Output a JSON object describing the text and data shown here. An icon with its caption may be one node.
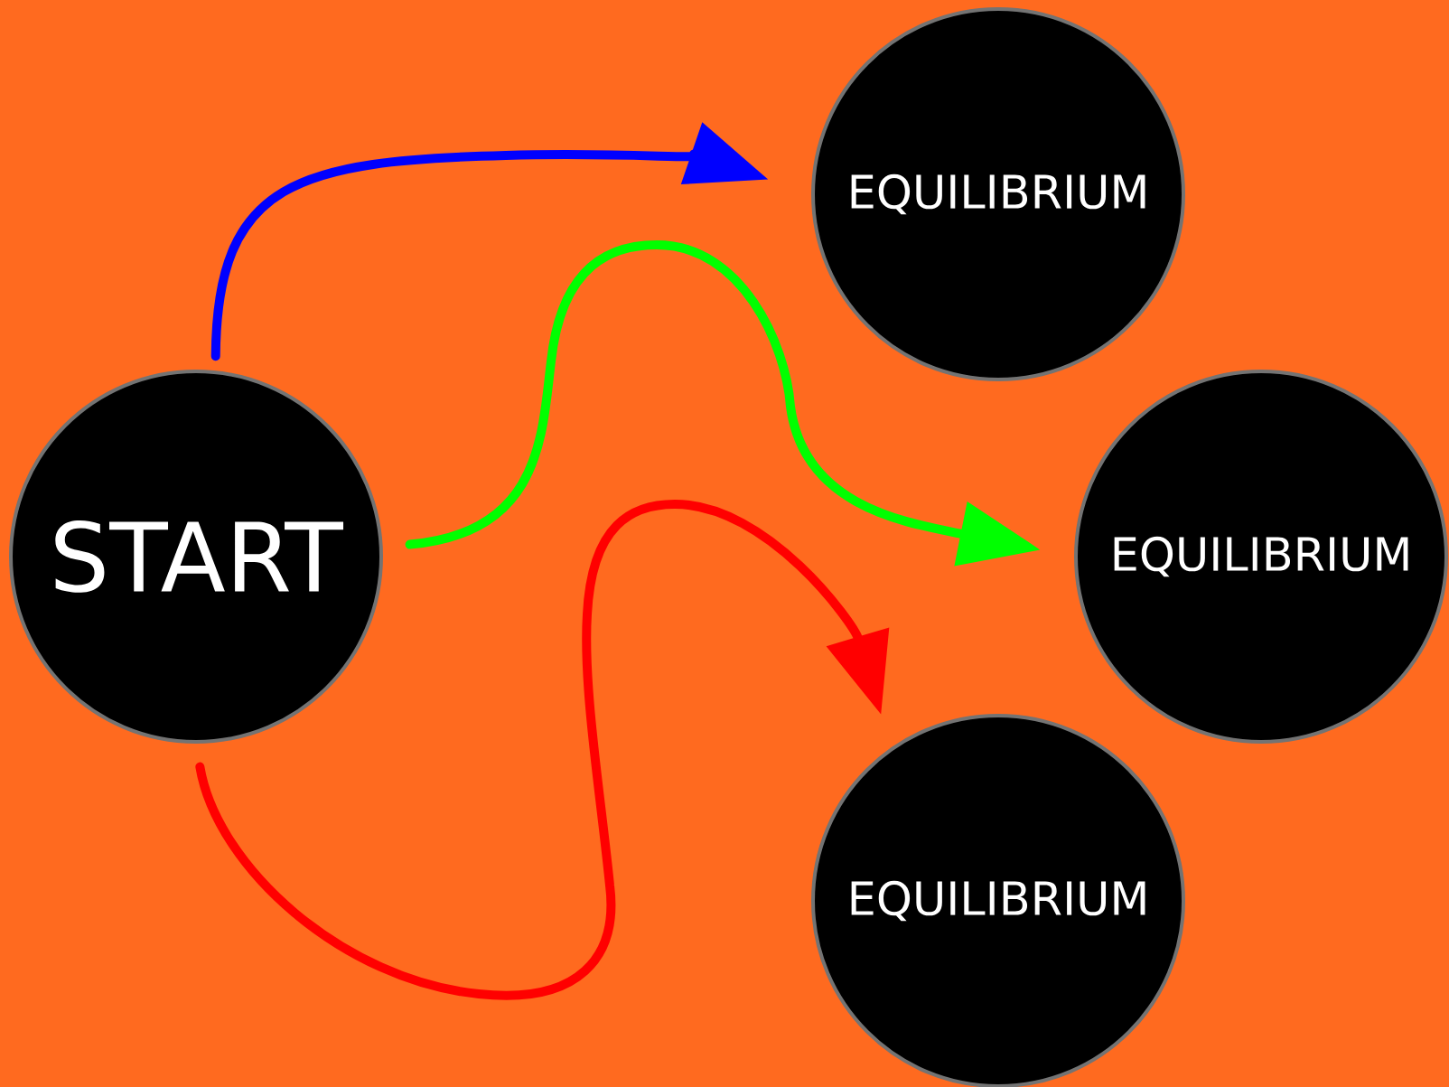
{
  "diagram": {
    "nodes": [
      {
        "text": [
          "START"
        ]
      },
      {
        "text": [
          "EQUILIBRIUM"
        ]
      },
      {
        "text": [
          "EQUILIBRIUM"
        ]
      },
      {
        "text": [
          "EQUILIBRIUM"
        ]
      }
    ],
    "edges": [
      {
        "from": 0,
        "to": 1,
        "arrow": "to",
        "color": "#0000ff"
      },
      {
        "from": 0,
        "to": 2,
        "arrow": "to",
        "color": "#00ff00"
      },
      {
        "from": 0,
        "to": 3,
        "arrow": "to",
        "color": "#ff0000"
      }
    ]
  }
}
